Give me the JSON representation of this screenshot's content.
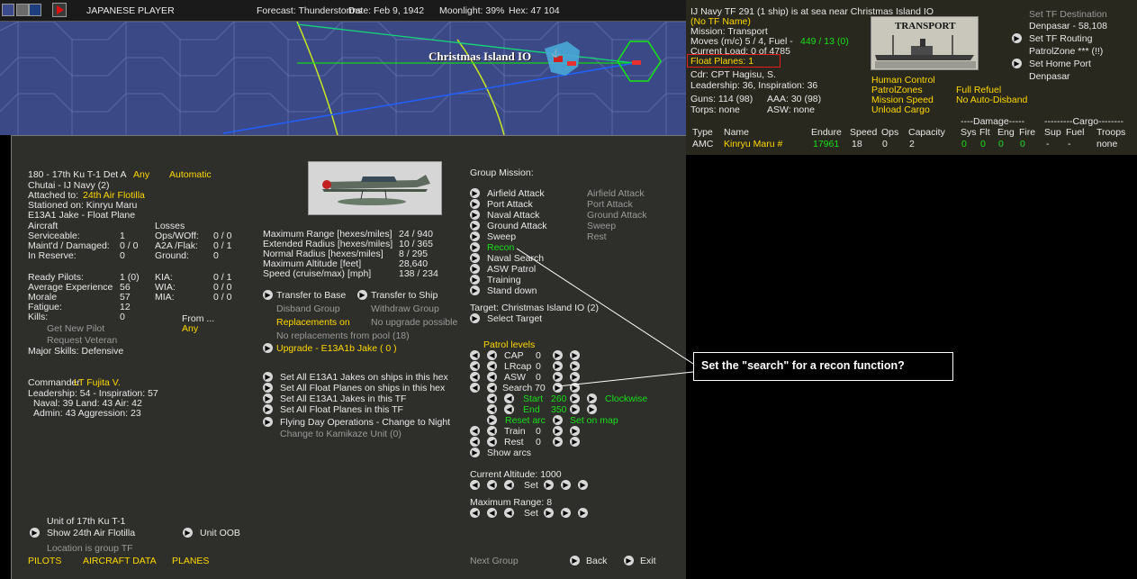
{
  "topbar": {
    "player": "JAPANESE PLAYER",
    "forecast": "Forecast: Thunderstorms",
    "date": "Date: Feb 9, 1942",
    "moonlight": "Moonlight: 39%",
    "hex": "Hex: 47 104"
  },
  "map": {
    "location_label": "Christmas Island IO"
  },
  "tf": {
    "header": "IJ Navy TF 291 (1 ship) is at sea near Christmas Island IO",
    "name": "(No TF Name)",
    "mission": "Mission: Transport",
    "moves": "Moves (m/c) 5 / 4, Fuel -",
    "fuel": "449 / 13 (0)",
    "load": "Current Load: 0 of 4785",
    "float_planes": "Float Planes: 1",
    "cdr": "Cdr: CPT Hagisu, S.",
    "leadership": "Leadership: 36, Inspiration: 36",
    "guns": "Guns: 114 (98)",
    "aaa": "AAA: 30 (98)",
    "torps": "Torps: none",
    "asw": "ASW: none",
    "ship_image_label": "TRANSPORT",
    "human_control": "Human Control",
    "patrol_zones": "PatrolZones",
    "mission_speed": "Mission Speed",
    "unload_cargo": "Unload Cargo",
    "full_refuel": "Full Refuel",
    "no_auto_disband": "No Auto-Disband",
    "set_dest": "Set TF Destination",
    "dest_value": "Denpasar - 58,108",
    "set_routing": "Set TF Routing",
    "patrol_zone": "PatrolZone *** (!!)",
    "set_home": "Set Home Port",
    "home_value": "Denpasar",
    "damage_header": "----Damage-----",
    "cargo_header": "---------Cargo--------",
    "cols": [
      "Type",
      "Name",
      "Endure",
      "Speed",
      "Ops",
      "Capacity",
      "Sys",
      "Flt",
      "Eng",
      "Fire",
      "Sup",
      "Fuel",
      "Troops"
    ],
    "row": [
      "AMC",
      "Kinryu Maru #",
      "17961",
      "18",
      "0",
      "2",
      "0",
      "0",
      "0",
      "0",
      "-",
      "-",
      "none"
    ]
  },
  "unit": {
    "title": "180 - 17th Ku T-1 Det A",
    "any": "Any",
    "automatic": "Automatic",
    "chutai": "Chutai - IJ Navy (2)",
    "attached_lbl": "Attached to:",
    "attached": "24th Air Flotilla",
    "stationed": "Stationed on:  Kinryu Maru",
    "aircraft_type": "E13A1 Jake - Float Plane",
    "aircraft_lbl": "Aircraft",
    "losses_lbl": "Losses",
    "serv_lbl": "Serviceable:",
    "serv": "1",
    "maint_lbl": "Maint'd / Damaged:",
    "maint": "0 / 0",
    "reserve_lbl": "In Reserve:",
    "reserve": "0",
    "ops_lbl": "Ops/WOff:",
    "ops": "0 / 0",
    "a2a_lbl": "A2A /Flak:",
    "a2a": "0 / 1",
    "ground_lbl": "Ground:",
    "ground": "0",
    "ready_lbl": "Ready Pilots:",
    "ready": "1 (0)",
    "avgexp_lbl": "Average Experience",
    "avgexp": "56",
    "morale_lbl": "Morale",
    "morale": "57",
    "fatigue_lbl": "Fatigue:",
    "fatigue": "12",
    "kills_lbl": "Kills:",
    "kills": "0",
    "kia_lbl": "KIA:",
    "kia": "0 / 1",
    "wia_lbl": "WIA:",
    "wia": "0 / 0",
    "mia_lbl": "MIA:",
    "mia": "0 / 0",
    "get_pilot": "Get New Pilot",
    "request_vet": "Request Veteran",
    "from_lbl": "From ...",
    "from_val": "Any",
    "skills": "Major Skills: Defensive",
    "commander_lbl": "Commander:",
    "commander": "LT Fujita V.",
    "cmd_lead": "Leadership: 54 - Inspiration: 57",
    "cmd_skills1": "Naval: 39  Land: 43  Air: 42",
    "cmd_skills2": "Admin: 43  Aggression: 23",
    "unit_of": "Unit of 17th Ku T-1",
    "show_parent": "Show 24th Air Flotilla",
    "unit_oob": "Unit OOB",
    "location": "Location is group TF",
    "tab_pilots": "PILOTS",
    "tab_aircraft": "AIRCRAFT DATA",
    "tab_planes": "PLANES"
  },
  "stats": {
    "max_range_lbl": "Maximum Range [hexes/miles]",
    "max_range": "24 / 940",
    "ext_radius_lbl": "Extended Radius [hexes/miles]",
    "ext_radius": "10 / 365",
    "norm_radius_lbl": "Normal Radius [hexes/miles]",
    "norm_radius": "8 / 295",
    "max_alt_lbl": "Maximum Altitude [feet]",
    "max_alt": "28,640",
    "speed_lbl": "Speed (cruise/max) [mph]",
    "speed": "138 / 234"
  },
  "actions": {
    "transfer_base": "Transfer to Base",
    "transfer_ship": "Transfer to Ship",
    "disband": "Disband Group",
    "withdraw": "Withdraw Group",
    "replacements": "Replacements on",
    "no_upgrade": "No upgrade possible",
    "no_replace": "No replacements from pool (18)",
    "upgrade": "Upgrade - E13A1b Jake  ( 0 )",
    "set1": "Set All E13A1 Jakes on ships in this hex",
    "set2": "Set All Float Planes on ships in this hex",
    "set3": "Set All E13A1 Jakes in this TF",
    "set4": "Set All Float Planes in this TF",
    "flying_day": "Flying Day Operations - Change to Night",
    "kamikaze": "Change to Kamikaze Unit (0)"
  },
  "mission": {
    "group_mission": "Group Mission:",
    "items": [
      "Airfield Attack",
      "Port Attack",
      "Naval Attack",
      "Ground Attack",
      "Sweep",
      "Recon",
      "Naval Search",
      "ASW Patrol",
      "Training",
      "Stand down"
    ],
    "secondary": [
      "Airfield Attack",
      "Port Attack",
      "Ground Attack",
      "Sweep",
      "Rest"
    ],
    "target": "Target: Christmas Island IO  (2)",
    "select_target": "Select Target",
    "patrol_levels": "Patrol levels",
    "cap_lbl": "CAP",
    "cap": "0",
    "lrcap_lbl": "LRcap",
    "lrcap": "0",
    "asw_lbl": "ASW",
    "asw": "0",
    "search_lbl": "Search",
    "search": "70",
    "start_lbl": "Start",
    "start": "260",
    "clockwise": "Clockwise",
    "end_lbl": "End",
    "end": "350",
    "reset_arc": "Reset arc",
    "set_on_map": "Set on map",
    "train_lbl": "Train",
    "train": "0",
    "rest_lbl": "Rest",
    "rest": "0",
    "show_arcs": "Show arcs",
    "cur_alt": "Current Altitude: 1000",
    "set": "Set",
    "max_range": "Maximum Range: 8",
    "next_group": "Next Group",
    "back": "Back",
    "exit": "Exit"
  },
  "callout": "Set the \"search\" for a recon function?"
}
